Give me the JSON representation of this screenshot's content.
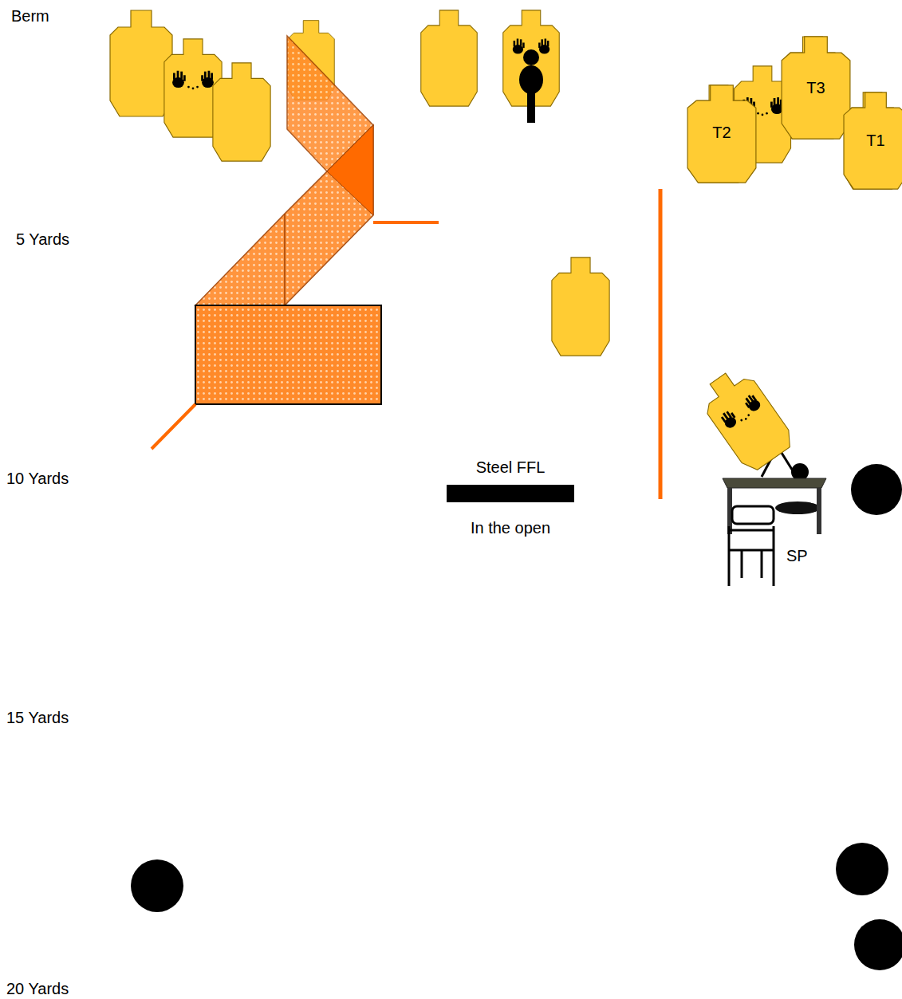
{
  "diagram": {
    "nodes": [
      {
        "text": [
          "T3"
        ]
      },
      {
        "text": [
          "T2"
        ]
      },
      {
        "text": [
          "T1"
        ]
      },
      {
        "text": [
          "Steel FFL",
          "In the open"
        ]
      }
    ],
    "labels": [
      "Berm",
      "5 Yards",
      "10 Yards",
      "15 Yards",
      "20 Yards",
      "SP"
    ]
  }
}
